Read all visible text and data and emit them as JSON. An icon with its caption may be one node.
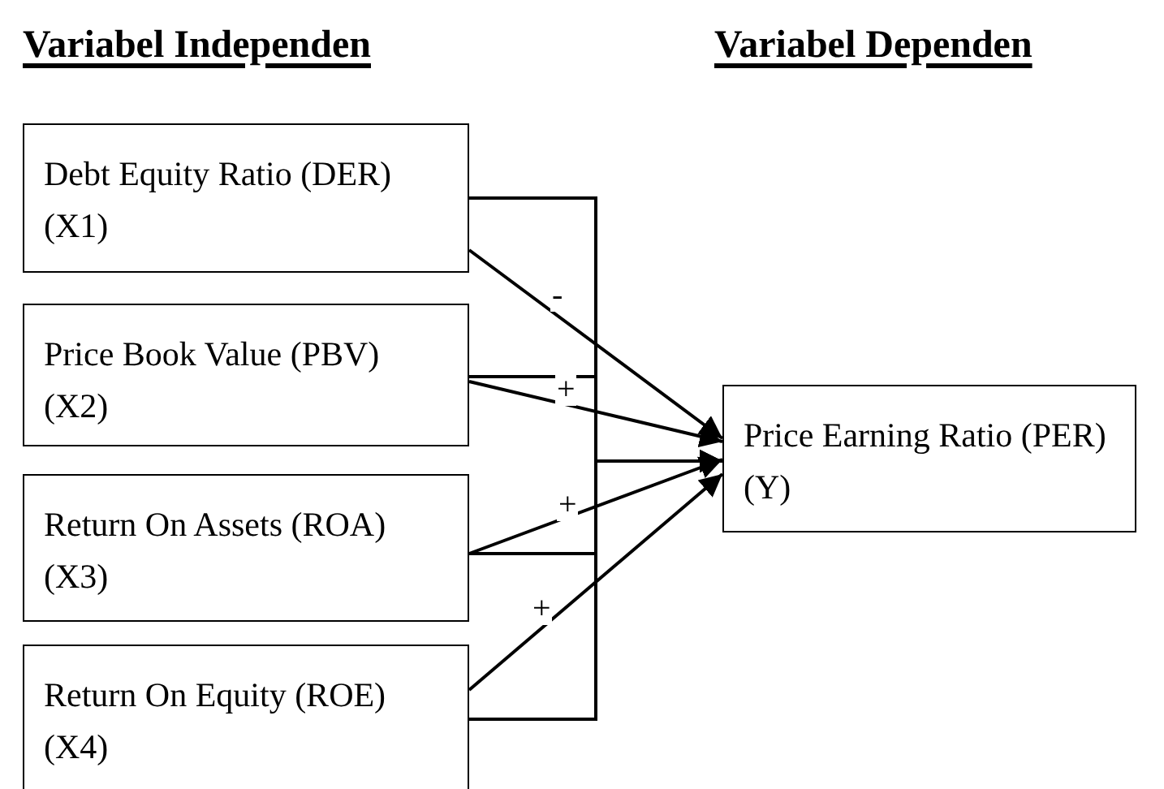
{
  "diagram": {
    "nodes": [
      {
        "text": [
          "Debt Equity Ratio (DER) (X1)"
        ]
      },
      {
        "text": [
          "Price Book Value (PBV) (X2)"
        ]
      },
      {
        "text": [
          "Return On Assets (ROA) (X3)"
        ]
      },
      {
        "text": [
          "Return On Equity (ROE) (X4)"
        ]
      },
      {
        "text": [
          "Price Earning Ratio (PER) (Y)"
        ]
      }
    ],
    "edges": [
      {
        "from": 0,
        "to": 4,
        "arrow": "to",
        "label": "-"
      },
      {
        "from": 1,
        "to": 4,
        "arrow": "to",
        "label": "+"
      },
      {
        "from": 2,
        "to": 4,
        "arrow": "to",
        "label": "+"
      },
      {
        "from": 3,
        "to": 4,
        "arrow": "to",
        "label": "+"
      },
      {
        "from": 0,
        "to": 4,
        "arrow": "to"
      },
      {
        "from": 1,
        "to": 4,
        "arrow": "to"
      },
      {
        "from": 2,
        "to": 4,
        "arrow": "to"
      },
      {
        "from": 3,
        "to": 4,
        "arrow": "to"
      }
    ],
    "labels": [
      "Variabel Independen",
      "Variabel Dependen"
    ]
  }
}
